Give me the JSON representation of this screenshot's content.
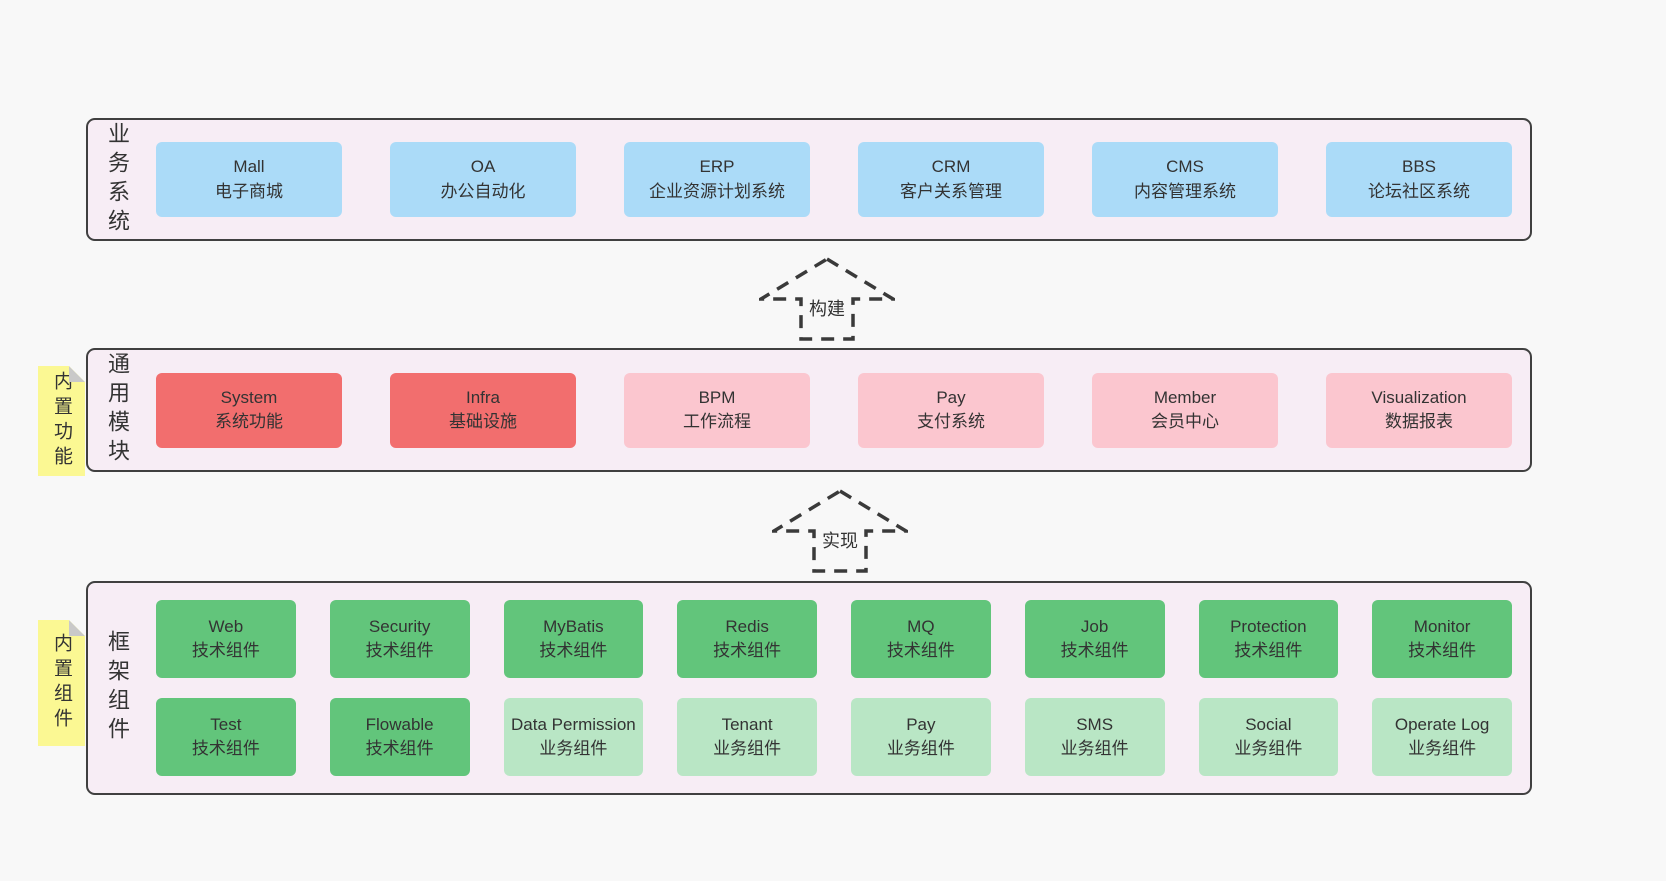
{
  "colors": {
    "page_bg": "#f8f8f8",
    "band_bg": "#f7edf5",
    "band_border": "#404040",
    "blue": "#abdbf8",
    "red": "#f26e6e",
    "pink": "#fbc6cf",
    "green": "#62c57b",
    "green_light": "#b9e6c5",
    "sticky_yellow": "#fbf893",
    "sticky_fold": "#c9c9c9",
    "text": "#333333"
  },
  "arrows": [
    {
      "label": "构建"
    },
    {
      "label": "实现"
    }
  ],
  "bands": [
    {
      "label": "业务系统",
      "sticky": "",
      "rows": [
        [
          {
            "en": "Mall",
            "zh": "电子商城",
            "type": "blue"
          },
          {
            "en": "OA",
            "zh": "办公自动化",
            "type": "blue"
          },
          {
            "en": "ERP",
            "zh": "企业资源计划系统",
            "type": "blue"
          },
          {
            "en": "CRM",
            "zh": "客户关系管理",
            "type": "blue"
          },
          {
            "en": "CMS",
            "zh": "内容管理系统",
            "type": "blue"
          },
          {
            "en": "BBS",
            "zh": "论坛社区系统",
            "type": "blue"
          }
        ]
      ]
    },
    {
      "label": "通用模块",
      "sticky": "内置功能",
      "rows": [
        [
          {
            "en": "System",
            "zh": "系统功能",
            "type": "red"
          },
          {
            "en": "Infra",
            "zh": "基础设施",
            "type": "red"
          },
          {
            "en": "BPM",
            "zh": "工作流程",
            "type": "pink"
          },
          {
            "en": "Pay",
            "zh": "支付系统",
            "type": "pink"
          },
          {
            "en": "Member",
            "zh": "会员中心",
            "type": "pink"
          },
          {
            "en": "Visualization",
            "zh": "数据报表",
            "type": "pink"
          }
        ]
      ]
    },
    {
      "label": "框架组件",
      "sticky": "内置组件",
      "rows": [
        [
          {
            "en": "Web",
            "zh": "技术组件",
            "type": "green"
          },
          {
            "en": "Security",
            "zh": "技术组件",
            "type": "green"
          },
          {
            "en": "MyBatis",
            "zh": "技术组件",
            "type": "green"
          },
          {
            "en": "Redis",
            "zh": "技术组件",
            "type": "green"
          },
          {
            "en": "MQ",
            "zh": "技术组件",
            "type": "green"
          },
          {
            "en": "Job",
            "zh": "技术组件",
            "type": "green"
          },
          {
            "en": "Protection",
            "zh": "技术组件",
            "type": "green"
          },
          {
            "en": "Monitor",
            "zh": "技术组件",
            "type": "green"
          }
        ],
        [
          {
            "en": "Test",
            "zh": "技术组件",
            "type": "green"
          },
          {
            "en": "Flowable",
            "zh": "技术组件",
            "type": "green"
          },
          {
            "en": "Data Permission",
            "zh": "业务组件",
            "type": "green_light"
          },
          {
            "en": "Tenant",
            "zh": "业务组件",
            "type": "green_light"
          },
          {
            "en": "Pay",
            "zh": "业务组件",
            "type": "green_light"
          },
          {
            "en": "SMS",
            "zh": "业务组件",
            "type": "green_light"
          },
          {
            "en": "Social",
            "zh": "业务组件",
            "type": "green_light"
          },
          {
            "en": "Operate Log",
            "zh": "业务组件",
            "type": "green_light"
          }
        ]
      ]
    }
  ]
}
